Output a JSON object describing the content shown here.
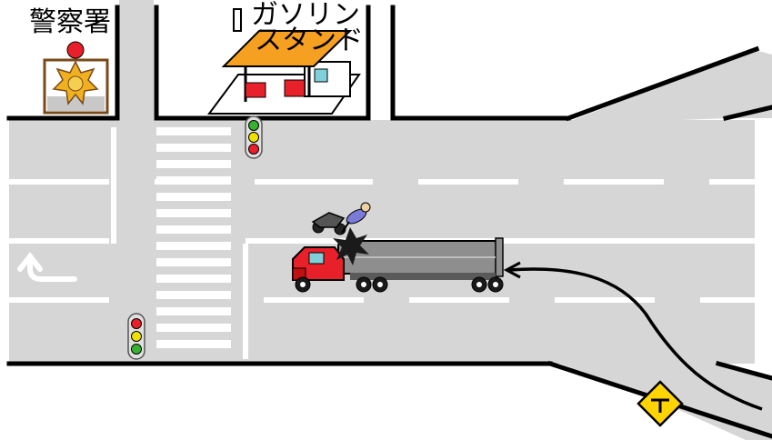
{
  "labels": {
    "police_station": "警察署",
    "gas_station_line1": "ガソリン",
    "gas_station_line2": "スタンド"
  },
  "colors": {
    "road": "#d6d6d6",
    "road_edge": "#000000",
    "lane_marking": "#ffffff",
    "truck_cab": "#e8202a",
    "tank": "#8e8e8e",
    "canopy": "#f5a020",
    "sign": "#ffd400",
    "signal_red": "#e8202a",
    "signal_yellow": "#f0e000",
    "signal_green": "#38b030"
  },
  "icons": {
    "police_station": "police-badge-icon",
    "gas_station": "gas-station-icon",
    "traffic_signal": "traffic-light-icon",
    "left_turn_arrow": "left-turn-arrow-icon",
    "truck": "tanker-truck-icon",
    "motorcycle": "motorcycle-icon",
    "rider": "fallen-rider-icon",
    "collision": "collision-star-icon",
    "path_arrow": "motorcycle-path-arrow-icon",
    "warning_sign": "side-road-warning-sign-icon"
  }
}
